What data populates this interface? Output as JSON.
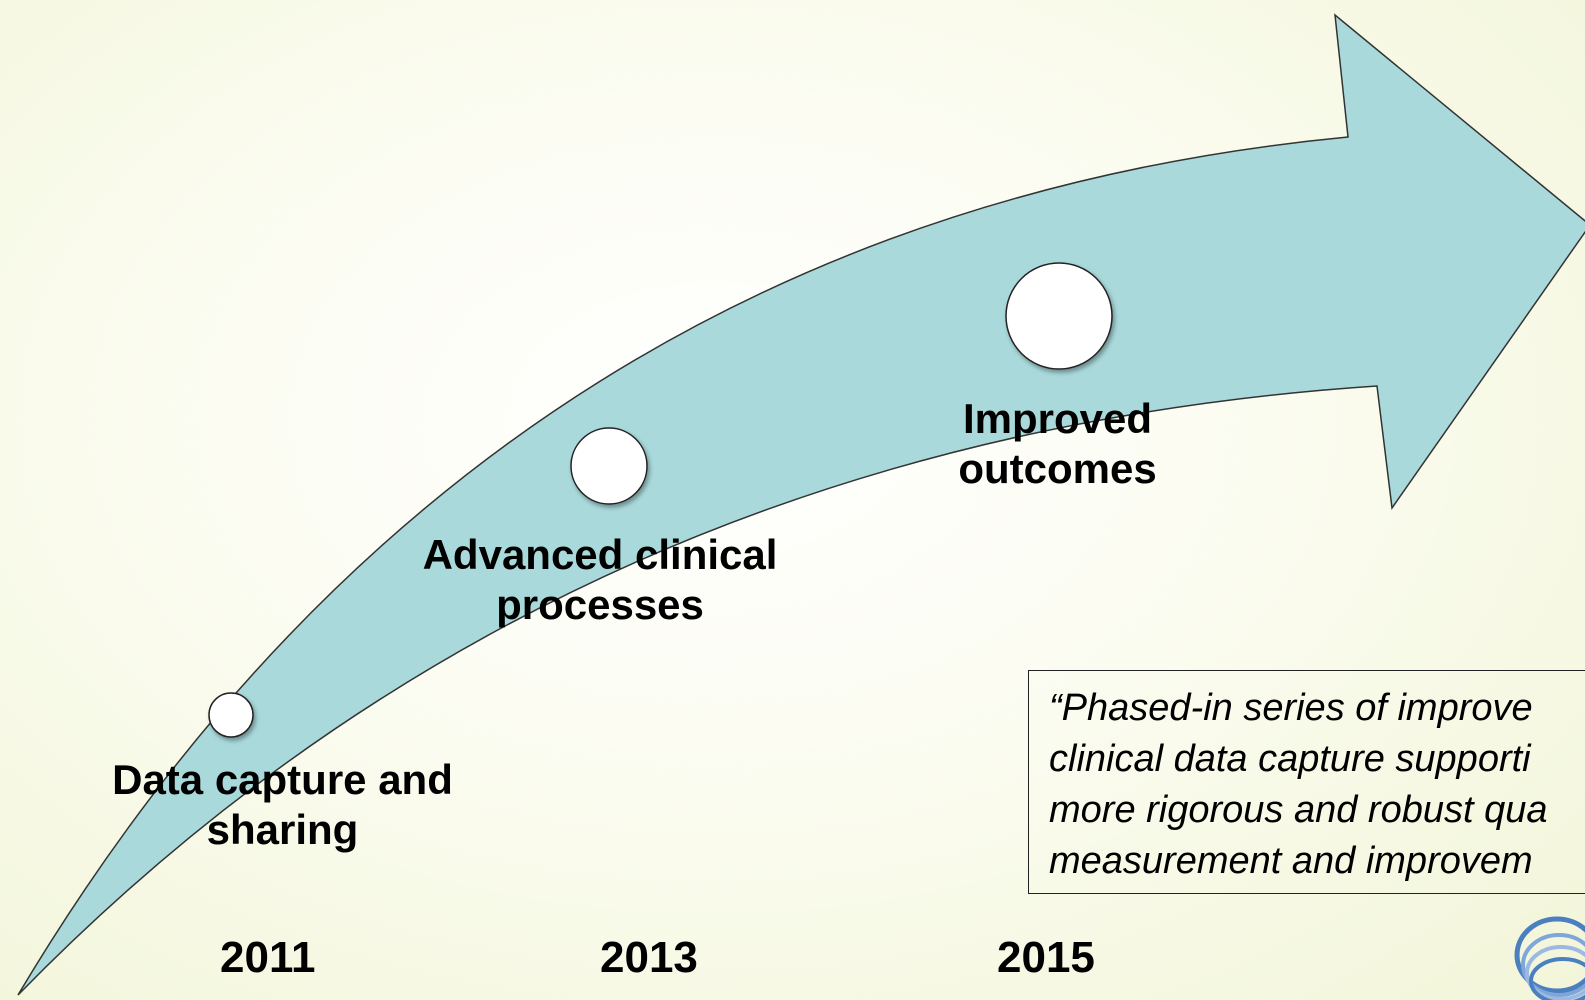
{
  "milestones": [
    {
      "line1": "Data capture and",
      "line2": "sharing"
    },
    {
      "line1": "Advanced clinical",
      "line2": "processes"
    },
    {
      "line1": "Improved",
      "line2": "outcomes"
    }
  ],
  "years": [
    "2011",
    "2013",
    "2015"
  ],
  "quote": {
    "line1": "“Phased-in series of improve",
    "line2": "clinical data capture supporti",
    "line3": "more rigorous and robust qua",
    "line4": "measurement and improvem"
  },
  "colors": {
    "arrow_fill": "#a9d9db",
    "arrow_stroke": "#333333",
    "circle_fill": "#ffffff",
    "logo_blue": "#4a7fc0"
  },
  "icons": {
    "logo": "rings-logo-icon"
  }
}
